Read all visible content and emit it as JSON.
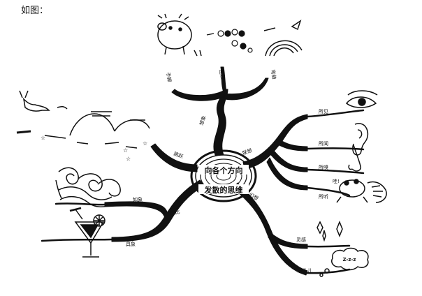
{
  "caption": "如图：",
  "center": {
    "line1": "向各个方向",
    "line2": "发散的思维"
  },
  "branches": [
    {
      "id": "imagine",
      "label": "想象",
      "leaves": [
        "手脚",
        "连续",
        "弯曲"
      ]
    },
    {
      "id": "jump",
      "label": "跳跃",
      "leaves": []
    },
    {
      "id": "association",
      "label": "联想",
      "leaves": [
        "所见",
        "所闻",
        "所嗅",
        "所听"
      ]
    },
    {
      "id": "analogy",
      "label": "类比",
      "leaves": [
        "如象",
        "具象"
      ]
    },
    {
      "id": "fantasy",
      "label": "幻想",
      "leaves": [
        "灵感",
        "念头儿"
      ]
    }
  ],
  "bubble_text": "Z-z-z",
  "exclaim": "哇!"
}
